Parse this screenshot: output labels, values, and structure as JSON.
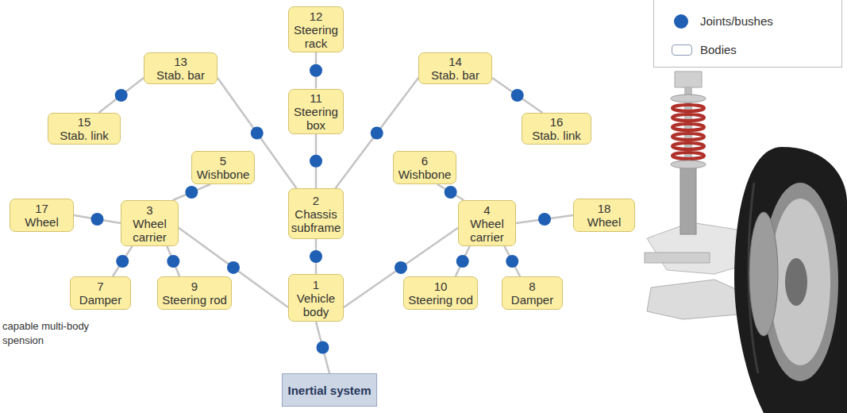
{
  "diagram": {
    "caption": "capable multi-body spension",
    "nodes": [
      {
        "text": [
          "1",
          "Vehicle body"
        ]
      },
      {
        "text": [
          "2",
          "Chassis subframe"
        ]
      },
      {
        "text": [
          "3",
          "Wheel carrier"
        ]
      },
      {
        "text": [
          "4",
          "Wheel carrier"
        ]
      },
      {
        "text": [
          "5",
          "Wishbone"
        ]
      },
      {
        "text": [
          "6",
          "Wishbone"
        ]
      },
      {
        "text": [
          "7",
          "Damper"
        ]
      },
      {
        "text": [
          "8",
          "Damper"
        ]
      },
      {
        "text": [
          "9",
          "Steering rod"
        ]
      },
      {
        "text": [
          "10",
          "Steering rod"
        ]
      },
      {
        "text": [
          "11",
          "Steering box"
        ]
      },
      {
        "text": [
          "12",
          "Steering rack"
        ]
      },
      {
        "text": [
          "13",
          "Stab. bar"
        ]
      },
      {
        "text": [
          "14",
          "Stab. bar"
        ]
      },
      {
        "text": [
          "15",
          "Stab. link"
        ]
      },
      {
        "text": [
          "16",
          "Stab. link"
        ]
      },
      {
        "text": [
          "17",
          "Wheel"
        ]
      },
      {
        "text": [
          "18",
          "Wheel"
        ]
      },
      {
        "text": [
          "Inertial system"
        ]
      }
    ],
    "edges": [
      {
        "from": 10,
        "to": 11,
        "arrow": "none"
      },
      {
        "from": 1,
        "to": 10,
        "arrow": "none"
      },
      {
        "from": 12,
        "to": 1,
        "arrow": "none"
      },
      {
        "from": 13,
        "to": 1,
        "arrow": "none"
      },
      {
        "from": 12,
        "to": 14,
        "arrow": "none"
      },
      {
        "from": 13,
        "to": 15,
        "arrow": "none"
      },
      {
        "from": 4,
        "to": 2,
        "arrow": "none"
      },
      {
        "from": 5,
        "to": 3,
        "arrow": "none"
      },
      {
        "from": 16,
        "to": 2,
        "arrow": "none"
      },
      {
        "from": 17,
        "to": 3,
        "arrow": "none"
      },
      {
        "from": 2,
        "to": 6,
        "arrow": "none"
      },
      {
        "from": 2,
        "to": 8,
        "arrow": "none"
      },
      {
        "from": 3,
        "to": 9,
        "arrow": "none"
      },
      {
        "from": 3,
        "to": 7,
        "arrow": "none"
      },
      {
        "from": 2,
        "to": 0,
        "arrow": "none"
      },
      {
        "from": 3,
        "to": 0,
        "arrow": "none"
      },
      {
        "from": 1,
        "to": 0,
        "arrow": "none"
      },
      {
        "from": 0,
        "to": 18,
        "arrow": "none"
      }
    ],
    "legend": [
      {
        "text": "Joints/bushes",
        "color": "#1f5fb4"
      },
      {
        "text": "Bodies"
      }
    ]
  }
}
